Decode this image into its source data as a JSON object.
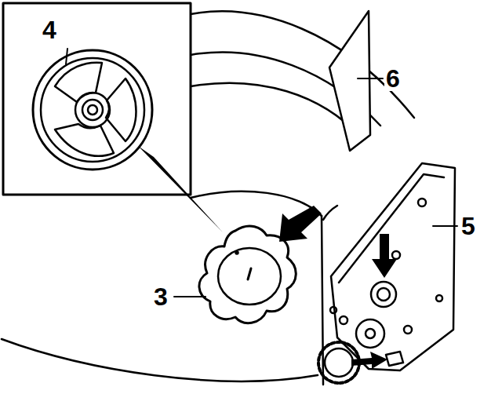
{
  "diagram": {
    "labels": [
      "4",
      "6",
      "5",
      "3"
    ]
  }
}
